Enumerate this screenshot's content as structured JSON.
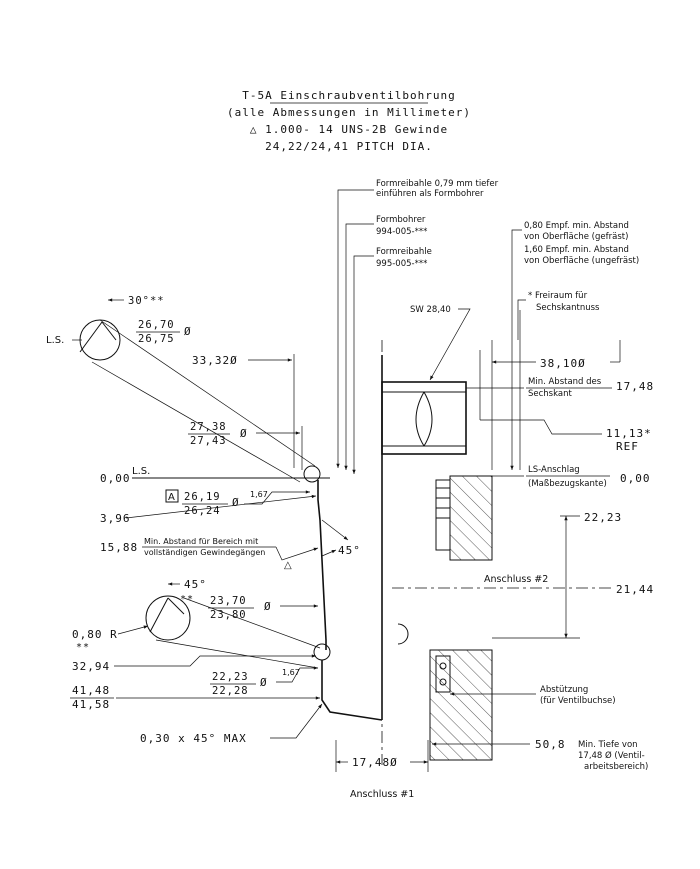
{
  "title": {
    "line1": "T-5A Einschraubventilbohrung",
    "line2": "(alle Abmessungen in Millimeter)",
    "line3": "△ 1.000- 14 UNS-2B Gewinde",
    "line4": "24,22/24,41 PITCH DIA."
  },
  "notes": {
    "formreibahle_tief_1": "Formreibahle 0,79 mm tiefer",
    "formreibahle_tief_2": "einführen als Formbohrer",
    "formbohrer": "Formbohrer",
    "formbohrer_pn": "994-005-***",
    "formreibahle": "Formreibahle",
    "formreibahle_pn": "995-005-***",
    "abstand_gefraest_1": "0,80 Empf. min. Abstand",
    "abstand_gefraest_2": "von Oberfläche (gefräst)",
    "abstand_ungefraest_1": "1,60 Empf. min. Abstand",
    "abstand_ungefraest_2": "von Oberfläche (ungefräst)",
    "freiraum_1": "* Freiraum für",
    "freiraum_2": "Sechskantnuss",
    "sw": "SW 28,40",
    "min_abstand_sechskant_1": "Min. Abstand des",
    "min_abstand_sechskant_2": "Sechskant",
    "ls_anschlag_1": "LS-Anschlag",
    "ls_anschlag_2": "(Maßbezugskante)",
    "min_abstand_gewinde_1": "Min. Abstand für Bereich mit",
    "min_abstand_gewinde_2": "vollständigen Gewindegängen",
    "anschluss_2": "Anschluss #2",
    "anschluss_1": "Anschluss #1",
    "abstuetzung_1": "Abstützung",
    "abstuetzung_2": "(für Ventilbuchse)",
    "min_tiefe_1": "Min. Tiefe von",
    "min_tiefe_2": "17,48 Ø (Ventil-",
    "min_tiefe_3": "arbeitsbereich)",
    "ls_top": "L.S.",
    "ls_mid": "L.S."
  },
  "dims": {
    "angle_30": "30°**",
    "d_2670": "26,70",
    "d_2675": "26,75",
    "d_3332": "33,32Ø",
    "d_3810": "38,10Ø",
    "d_1748_hex": "17,48",
    "d_2738": "27,38",
    "d_2743": "27,43",
    "d_1113": "11,13*",
    "ref": "REF",
    "zero_left": "0,00",
    "zero_right": "0,00",
    "datum_a": "A",
    "d_2619": "26,19",
    "d_2624": "26,24",
    "r_167a": "1,67",
    "d_396": "3,96",
    "d_1588": "15,88",
    "angle_45a": "45°",
    "d_2223": "22,23",
    "d_2144": "21,44",
    "angle_45b": "45°",
    "stars": "**",
    "d_2370": "23,70",
    "d_2380": "23,80",
    "r_080": "0,80 R",
    "stars2": "**",
    "d_3294": "32,94",
    "d_2223b": "22,23",
    "d_2228": "22,28",
    "r_167b": "1,67",
    "d_4148": "41,48",
    "d_4158": "41,58",
    "chamfer": "0,30 x 45° MAX",
    "d_508": "50,8",
    "d_1748_bottom": "17,48Ø",
    "phi": "Ø"
  }
}
